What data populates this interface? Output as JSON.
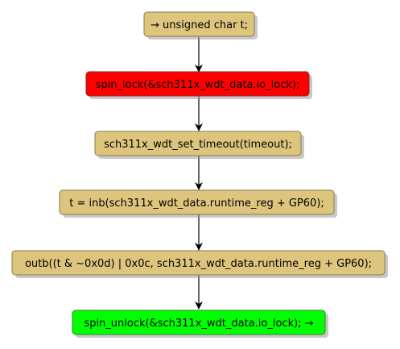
{
  "diagram": {
    "nodes": [
      {
        "id": "n1",
        "label": "→ unsigned char t;",
        "fill": "#dec57d"
      },
      {
        "id": "n2",
        "label": "spin_lock(&sch311x_wdt_data.io_lock);",
        "fill": "#ff0000"
      },
      {
        "id": "n3",
        "label": "sch311x_wdt_set_timeout(timeout);",
        "fill": "#dec57d"
      },
      {
        "id": "n4",
        "label": "t = inb(sch311x_wdt_data.runtime_reg + GP60);",
        "fill": "#dec57d"
      },
      {
        "id": "n5",
        "label": "outb((t & ~0x0d) | 0x0c, sch311x_wdt_data.runtime_reg + GP60);",
        "fill": "#dec57d"
      },
      {
        "id": "n6",
        "label": "spin_unlock(&sch311x_wdt_data.io_lock); →",
        "fill": "#00ff00"
      }
    ],
    "edges": [
      {
        "from": "n1",
        "to": "n2"
      },
      {
        "from": "n2",
        "to": "n3"
      },
      {
        "from": "n3",
        "to": "n4"
      },
      {
        "from": "n4",
        "to": "n5"
      },
      {
        "from": "n5",
        "to": "n6"
      }
    ],
    "colors": {
      "stroke": "#8a7a45",
      "shadow": "#9a9a9a",
      "arrow": "#000000"
    }
  }
}
